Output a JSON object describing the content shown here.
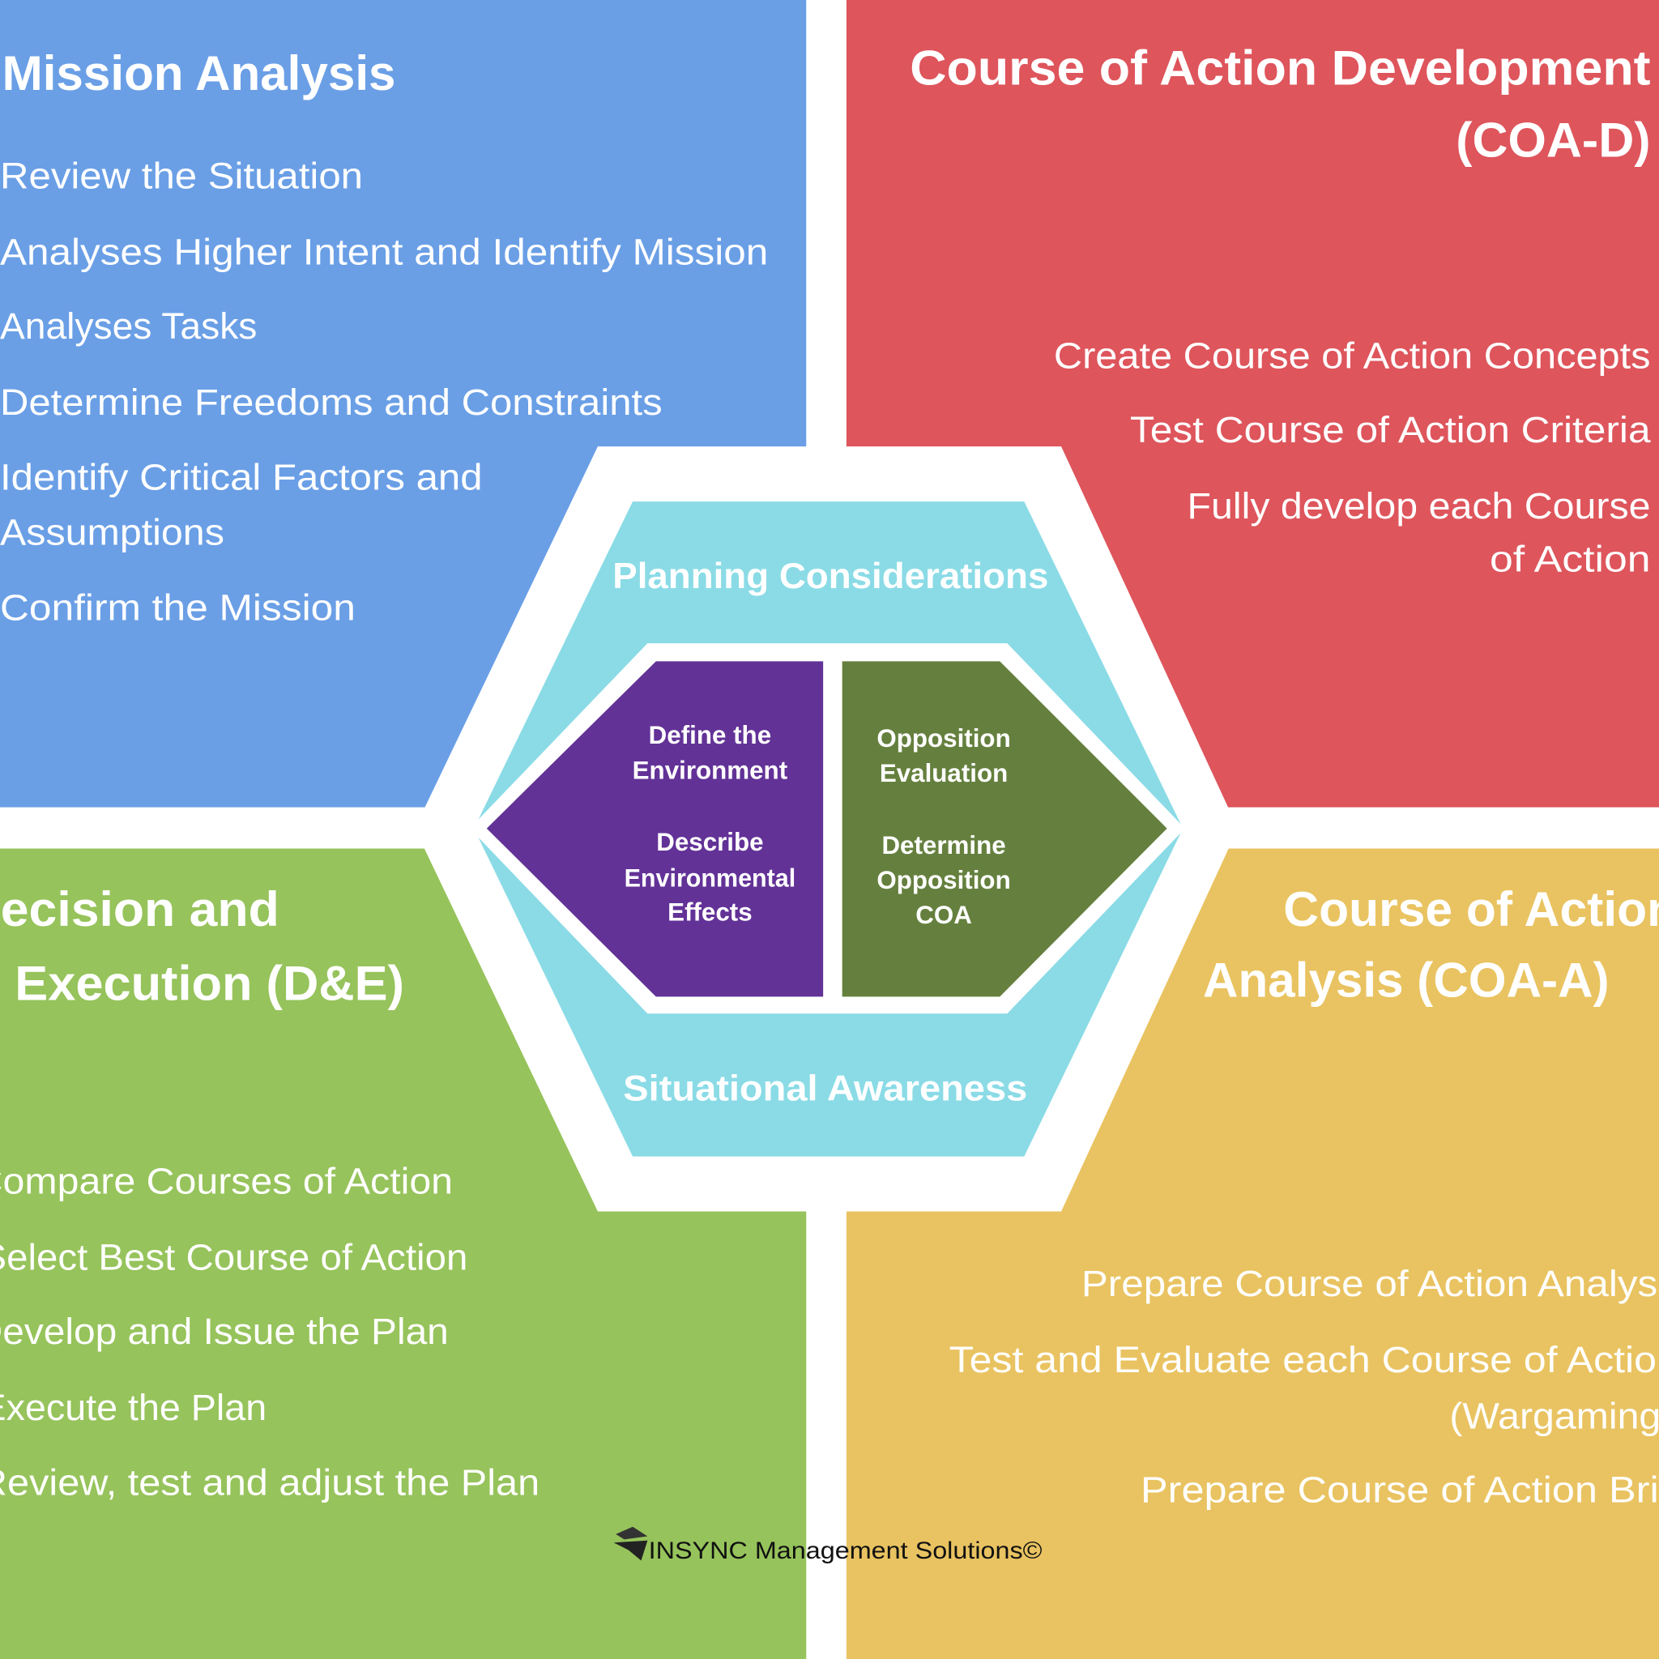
{
  "colors": {
    "mission": "#6a9fe6",
    "coad": "#de555c",
    "de": "#96c35b",
    "coaa": "#e9c361",
    "center": "#8adbe6",
    "environment": "#623297",
    "opposition": "#65803e"
  },
  "mission_analysis": {
    "title": "Mission Analysis",
    "items": [
      "Review the Situation",
      "Analyses Higher Intent and Identify Mission",
      "Analyses Tasks",
      "Determine Freedoms and Constraints",
      "Identify Critical Factors and",
      "Assumptions",
      "Confirm the Mission"
    ]
  },
  "coa_development": {
    "title": [
      "Course of Action Development",
      "(COA-D)"
    ],
    "items": [
      "Create Course of Action Concepts",
      "Test Course of Action Criteria",
      "Fully develop each Course",
      "of Action"
    ]
  },
  "decision_execution": {
    "title": [
      "Decision and",
      "Execution (D&E)"
    ],
    "items": [
      "Compare Courses of Action",
      "Select Best Course of Action",
      "Develop and Issue the Plan",
      "Execute the Plan",
      "Review, test and adjust the Plan"
    ]
  },
  "coa_analysis": {
    "title": [
      "Course of Action",
      "Analysis (COA-A)"
    ],
    "items": [
      "Prepare Course of Action Analysis",
      "Test and Evaluate each Course of Action",
      "(Wargaming)",
      "Prepare Course of Action Brief"
    ]
  },
  "center": {
    "top_label": "Planning Considerations",
    "bottom_label": "Situational Awareness",
    "environment": [
      "Define the",
      "Environment",
      "Describe",
      "Environmental",
      "Effects"
    ],
    "opposition": [
      "Opposition",
      "Evaluation",
      "Determine",
      "Opposition",
      "COA"
    ]
  },
  "logo": {
    "text": "INSYNC Management Solutions©",
    "icon": "insync-logo-icon"
  }
}
